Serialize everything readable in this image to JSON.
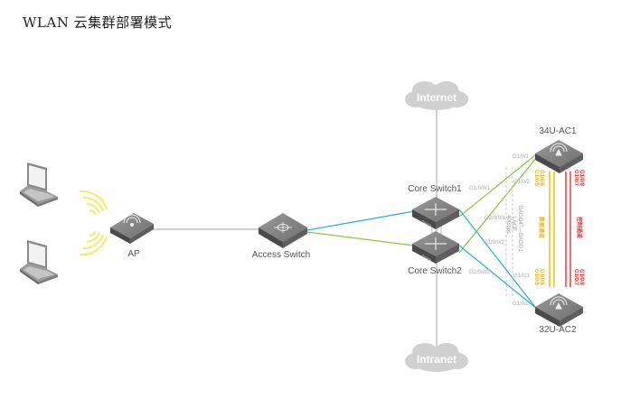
{
  "title": "WLAN 云集群部署模式",
  "clouds": {
    "internet": "Internet",
    "intranet": "Intranet"
  },
  "devices": {
    "ap": "AP",
    "access_switch": "Access Switch",
    "core_switch1": "Core Switch1",
    "core_switch2": "Core Switch2",
    "ac1": "34U-AC1",
    "ac2": "32U-AC2",
    "switch_badge": "Switch",
    "ac_badge": "Wireless"
  },
  "ports": {
    "cs1_to_ac1": "G1/0/0/1",
    "cs2_to_ac1": "G2/0/0/1",
    "cs1_to_ac2": "G1/0/0/2",
    "cs2_to_ac2": "G2/0/0/2",
    "ac1_p1": "G1/0/1",
    "ac1_p2": "G1/0/2",
    "ac2_p1": "G1/0/1",
    "ac2_p2": "G1/0/2"
  },
  "lag": {
    "line1": "BAGG47—BAGG1",
    "line2": "LACP",
    "line3": "40Gbps"
  },
  "inter_ac": {
    "data_channel_label": "数据通道",
    "control_channel_label": "控制通道",
    "ac1_data_ports": [
      "G1/0/6",
      "G1/0/5"
    ],
    "ac1_ctrl_ports": [
      "G1/0/8",
      "G1/0/7"
    ],
    "ac2_data_ports": [
      "G1/0/6",
      "G1/0/5"
    ],
    "ac2_ctrl_ports": [
      "G1/0/8",
      "G1/0/7"
    ]
  },
  "colors": {
    "green_link": "#8cc63f",
    "blue_link": "#29abe2",
    "grey_link": "#b3b3b3",
    "data_channel": "#f7b500",
    "control_channel": "#e53030",
    "wifi_waves": "#f5ea7a",
    "cloud": "#d0d0d0"
  }
}
